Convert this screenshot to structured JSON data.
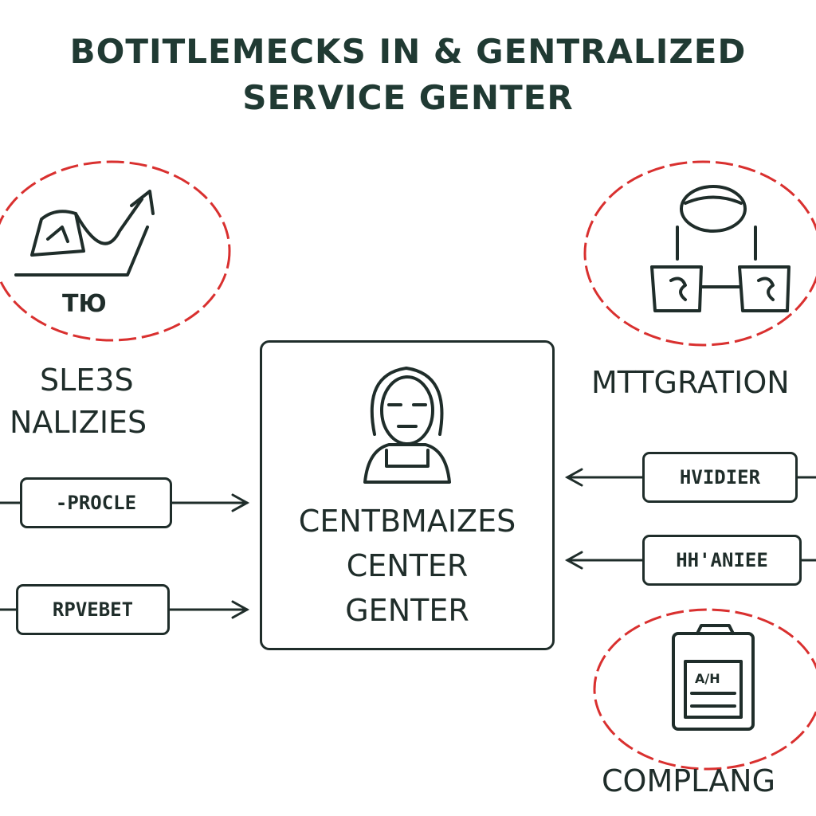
{
  "title": {
    "line1": "BOTITLEMECKS IN & GENTRALIZED",
    "line2": "SERVICE GENTER"
  },
  "left": {
    "icon_caption": "TЮ",
    "label_line1": "SLE3S",
    "label_line2": "NALIZIES",
    "inputs": [
      "-PROCLE",
      "RPVEBET"
    ]
  },
  "center": {
    "label_line1": "CENTBMAIZES",
    "label_line2": "CENTER",
    "label_line3": "GENTER"
  },
  "right": {
    "integration_label": "MTTGRATION",
    "inputs": [
      "HVIDIER",
      "HH'ANIEE"
    ],
    "compliance_icon_text": "A/H",
    "compliance_label": "COMPLANG"
  },
  "colors": {
    "ink": "#1f2d2a",
    "accent_circle": "#d9302f"
  }
}
